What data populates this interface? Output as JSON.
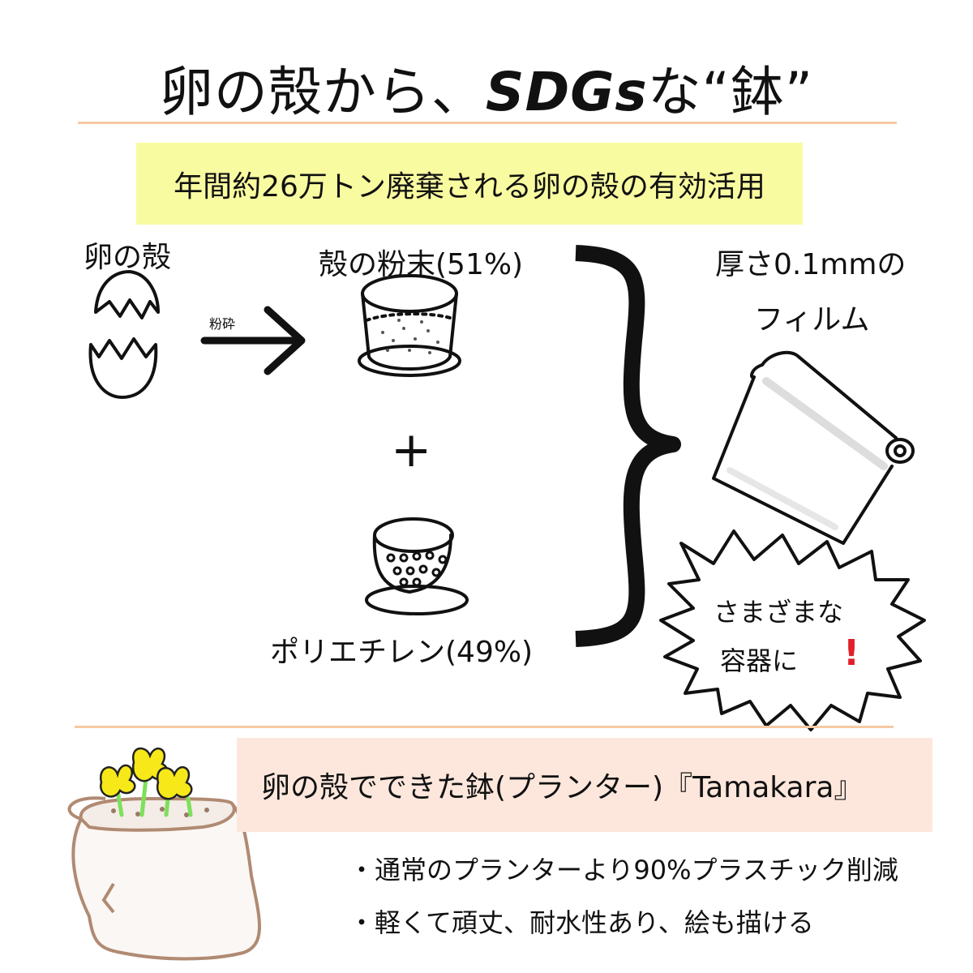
{
  "title": {
    "part1": "卵の殻から、",
    "part2": "SDGs",
    "part3": "な“鉢”"
  },
  "banner": {
    "text": "年間約26万トン廃棄される卵の殻の有効活用"
  },
  "diagram": {
    "eggshell_label": "卵の殻",
    "crush_label": "粉砕",
    "powder_label": "殻の粉末(51%)",
    "plus": "+",
    "polyethylene_label": "ポリエチレン(49%)",
    "film_line1": "厚さ0.1mmの",
    "film_line2": "フィルム",
    "burst_line1": "さまざまな",
    "burst_line2": "容器に",
    "burst_exclaim": "!"
  },
  "product": {
    "title": "卵の殻でできた鉢(プランター)『Tamakara』",
    "bullets": [
      "・通常のプランターより90%プラスチック削減",
      "・軽くて頑丈、耐水性あり、絵も描ける"
    ]
  },
  "colors": {
    "rule": "#f6c9a4",
    "banner_bg": "#f9fba0",
    "pink_box_bg": "#fde7dc",
    "flower_yellow": "#f7e81a",
    "stem_green": "#7ee05a",
    "pot_brown": "#b08a72",
    "exclaim_red": "#e0202a"
  }
}
